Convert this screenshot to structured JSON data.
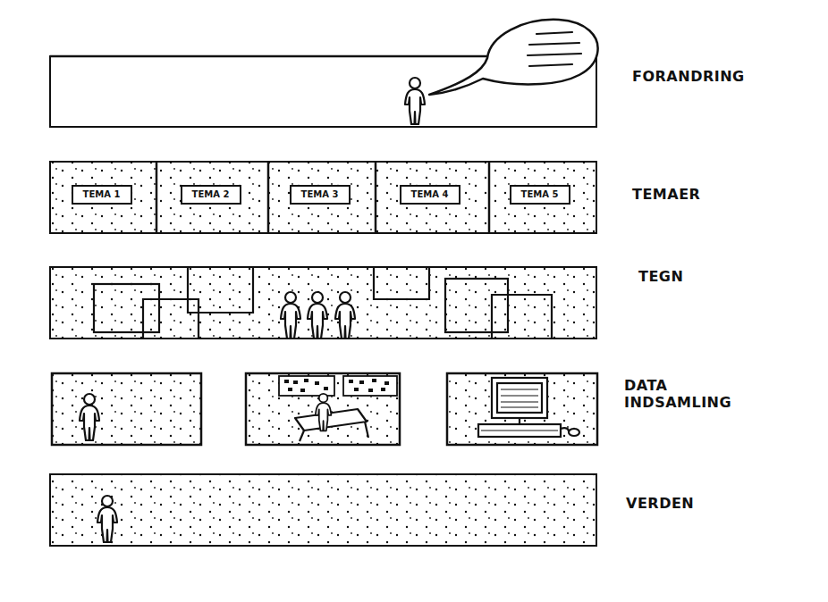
{
  "diagram": {
    "nodes": [
      {
        "text": [
          "FORANDRING"
        ]
      },
      {
        "text": [
          "TEMAER"
        ]
      },
      {
        "text": [
          "TEMA 1"
        ],
        "in": 1
      },
      {
        "text": [
          "TEMA 2"
        ],
        "in": 1
      },
      {
        "text": [
          "TEMA 3"
        ],
        "in": 1
      },
      {
        "text": [
          "TEMA 4"
        ],
        "in": 1
      },
      {
        "text": [
          "TEMA 5"
        ],
        "in": 1
      },
      {
        "text": [
          "TEGN"
        ]
      },
      {
        "text": [
          "DATA INDSAMLING"
        ]
      },
      {
        "text": [
          "VERDEN"
        ]
      }
    ]
  }
}
